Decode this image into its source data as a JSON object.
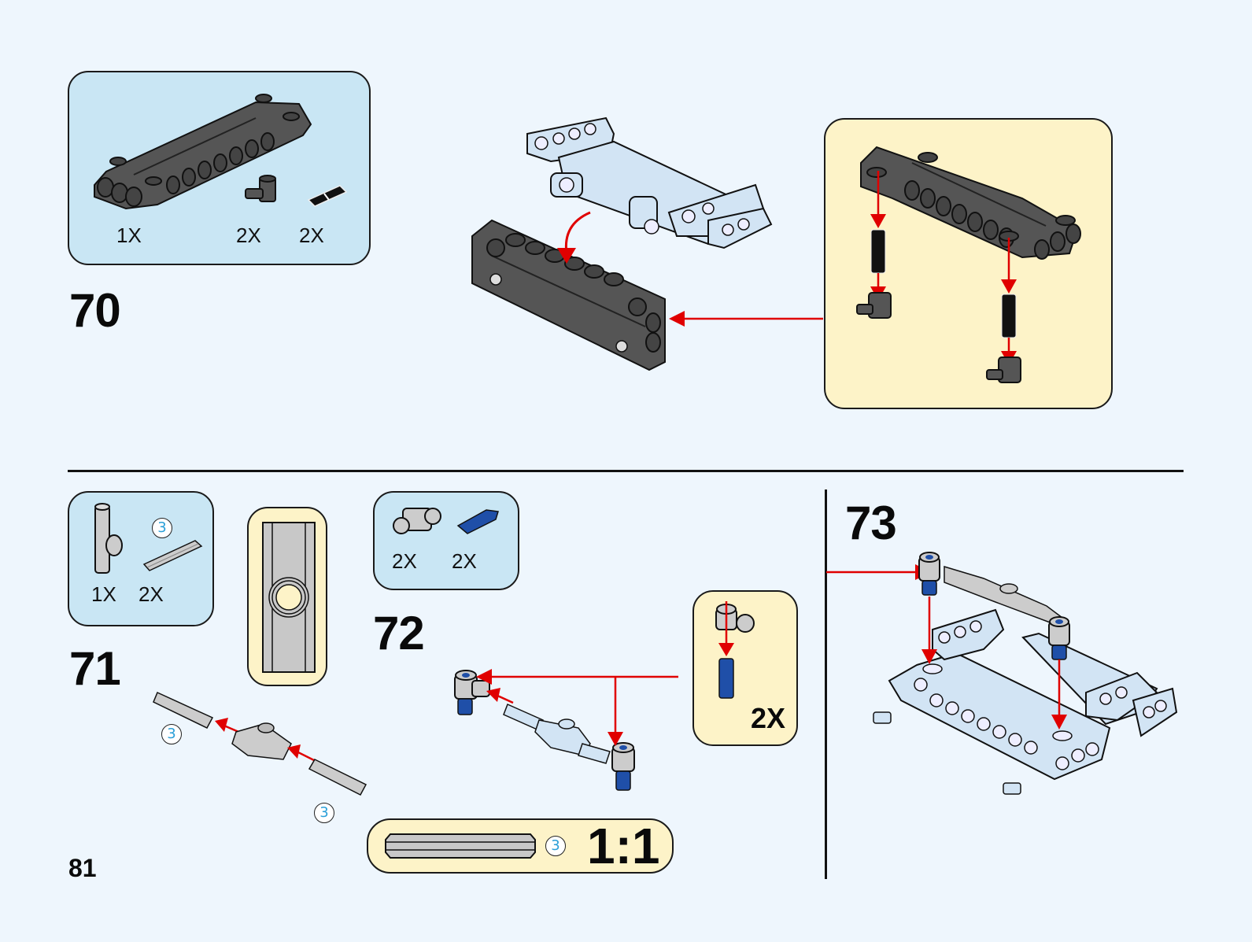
{
  "page": {
    "number": "81"
  },
  "colors": {
    "background": "#eef6fd",
    "parts_box": "#c9e6f4",
    "callout_box": "#fdf3c8",
    "arrow": "#e00000",
    "dark_part": "#505050",
    "light_part": "#d2e4f4",
    "gray_part": "#c8c8c8",
    "blue_part": "#1f4fa8",
    "length_badge_text": "#2a9fd8"
  },
  "steps": [
    {
      "number": "70",
      "parts": [
        {
          "name": "panel-plate-dark-gray",
          "qty": "1X"
        },
        {
          "name": "axle-pin-connector-dark-gray",
          "qty": "2X"
        },
        {
          "name": "pin-black",
          "qty": "2X"
        }
      ],
      "callout": {
        "description": "sub-assembly: dark panel with 2 black pins and 2 connectors"
      }
    },
    {
      "number": "71",
      "parts": [
        {
          "name": "axle-connector-gray",
          "qty": "1X"
        },
        {
          "name": "axle-3-gray",
          "qty": "2X",
          "length": "3"
        }
      ],
      "length_badges": [
        "3",
        "3"
      ]
    },
    {
      "number": "72",
      "parts": [
        {
          "name": "axle-pin-connector-gray",
          "qty": "2X"
        },
        {
          "name": "axle-pin-blue",
          "qty": "2X"
        }
      ],
      "callout": {
        "multiplier": "2X"
      }
    },
    {
      "number": "73"
    }
  ],
  "scale_reference": {
    "length": "3",
    "label": "1:1"
  }
}
